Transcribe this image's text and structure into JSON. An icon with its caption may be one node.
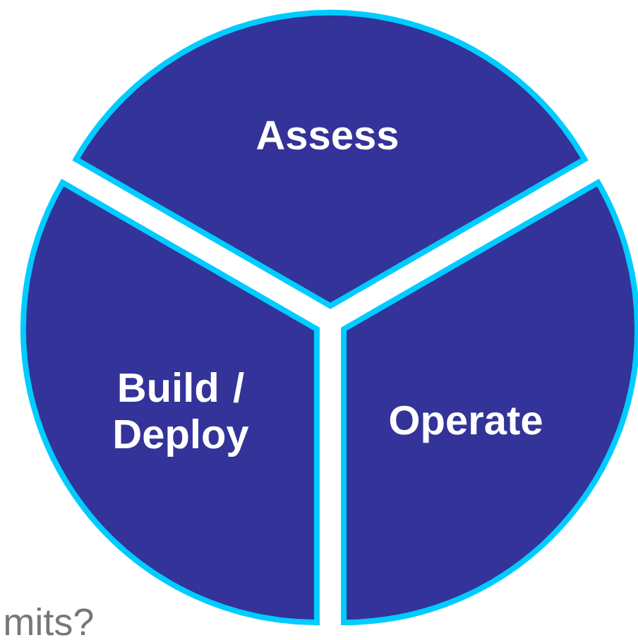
{
  "diagram": {
    "nodes": [
      {
        "text": [
          "Assess"
        ]
      },
      {
        "text": [
          "Build / Deploy"
        ]
      },
      {
        "text": [
          "Operate"
        ]
      }
    ],
    "labels": [
      "mits?"
    ]
  }
}
